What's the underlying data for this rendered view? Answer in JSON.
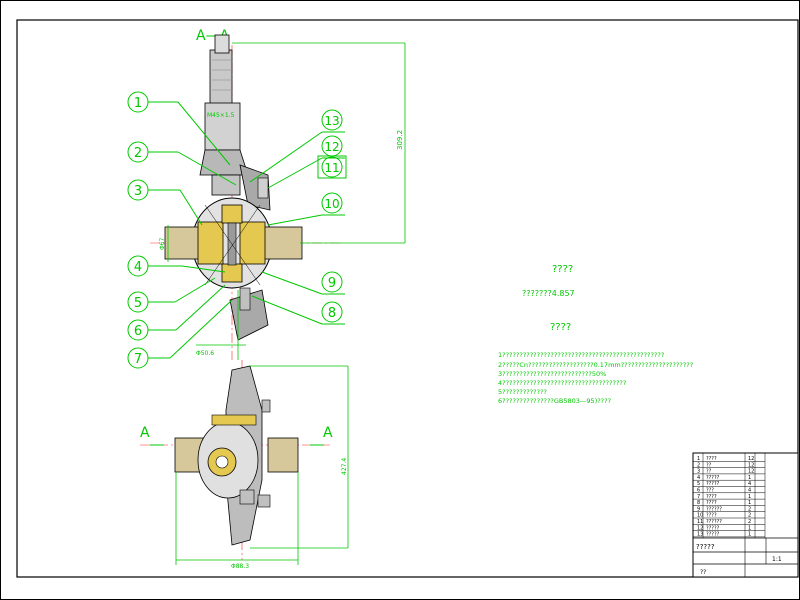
{
  "section_marks": {
    "top": "A—A",
    "left": "A",
    "right": "A"
  },
  "dimensions": {
    "thread": "M45×1.5",
    "height_right": "309.2",
    "shaft_dia": "Φ67",
    "small_dim": "Φ50.6",
    "bottom_width": "Φ88.3",
    "bottom_height": "427.4"
  },
  "balloons": [
    "1",
    "2",
    "3",
    "4",
    "5",
    "6",
    "7",
    "8",
    "9",
    "10",
    "11",
    "12",
    "13"
  ],
  "notes": {
    "heading1": "????",
    "ratio": "???????4.857",
    "heading2": "????",
    "lines": [
      "1???????????????????????????????????????????????",
      "2?????Cn???????????????????0.17mm?????????????????????",
      "3??????????????????????????50%",
      "4????????????????????????????????????",
      "5?????????????",
      "6???????????????GB5803—95)????"
    ]
  },
  "title_block": {
    "parts": [
      {
        "no": "1",
        "name": "????",
        "qty": "12"
      },
      {
        "no": "2",
        "name": "??",
        "qty": "12"
      },
      {
        "no": "3",
        "name": "??",
        "qty": "12"
      },
      {
        "no": "4",
        "name": "?????",
        "qty": "1"
      },
      {
        "no": "5",
        "name": "?????",
        "qty": "4"
      },
      {
        "no": "6",
        "name": "???",
        "qty": "4"
      },
      {
        "no": "7",
        "name": "????",
        "qty": "1"
      },
      {
        "no": "8",
        "name": "????",
        "qty": "1"
      },
      {
        "no": "9",
        "name": "??????",
        "qty": "2"
      },
      {
        "no": "10",
        "name": "????",
        "qty": "2"
      },
      {
        "no": "11",
        "name": "??????",
        "qty": "2"
      },
      {
        "no": "12",
        "name": "?????",
        "qty": "1"
      },
      {
        "no": "13",
        "name": "?????",
        "qty": "1"
      }
    ],
    "col_head": "??",
    "bottom_left": "?????",
    "scale": "1:1",
    "sheet": "??"
  }
}
